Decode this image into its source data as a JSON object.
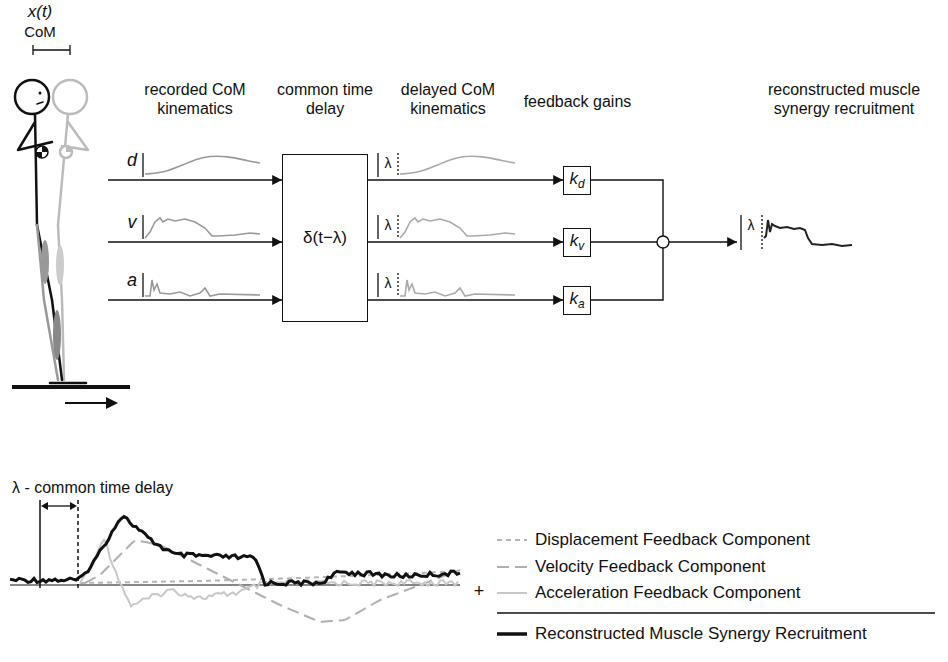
{
  "diagram": {
    "nodes": [
      {
        "text": [
          "δ(t−λ)"
        ]
      },
      {
        "text": [
          "kd"
        ]
      },
      {
        "text": [
          "kv"
        ]
      },
      {
        "text": [
          "ka"
        ]
      }
    ],
    "edges": [
      {
        "from": 0,
        "to": 1,
        "arrow": "to"
      },
      {
        "from": 0,
        "to": 2,
        "arrow": "to"
      },
      {
        "from": 0,
        "to": 3,
        "arrow": "to"
      }
    ],
    "labels": [
      "x(t)",
      "CoM",
      "recorded CoM kinematics",
      "common time delay",
      "delayed CoM kinematics",
      "feedback gains",
      "reconstructed muscle synergy recruitment",
      "d",
      "v",
      "a",
      "λ",
      "λ",
      "λ",
      "λ",
      "λ - common time delay",
      "+"
    ],
    "legend": [
      {
        "text": "Displacement Feedback Component"
      },
      {
        "text": "Velocity Feedback Component"
      },
      {
        "text": "Acceleration Feedback Component"
      },
      {
        "text": "Reconstructed Muscle Synergy Recruitment"
      }
    ]
  }
}
